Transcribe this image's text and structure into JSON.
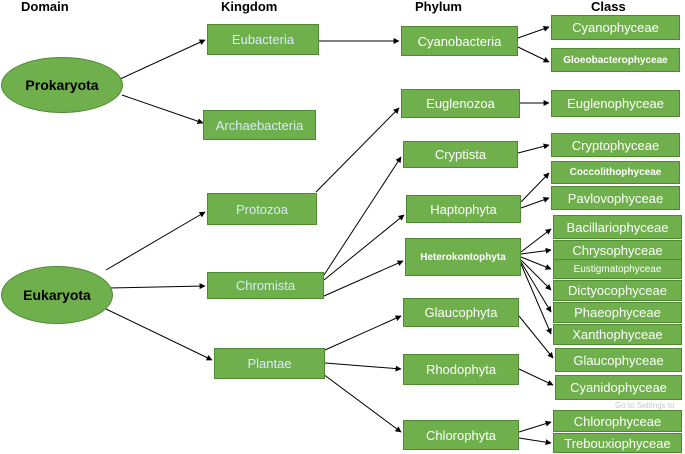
{
  "headers": {
    "domain": "Domain",
    "kingdom": "Kingdom",
    "phylum": "Phylum",
    "class": "Class"
  },
  "domains": {
    "prokaryota": "Prokaryota",
    "eukaryota": "Eukaryota"
  },
  "kingdoms": {
    "eubacteria": "Eubacteria",
    "archaebacteria": "Archaebacteria",
    "protozoa": "Protozoa",
    "chromista": "Chromista",
    "plantae": "Plantae"
  },
  "phyla": {
    "cyanobacteria": "Cyanobacteria",
    "euglenozoa": "Euglenozoa",
    "cryptista": "Cryptista",
    "haptophyta": "Haptophyta",
    "heterokontophyta": "Heterokontophyta",
    "glaucophyta": "Glaucophyta",
    "rhodophyta": "Rhodophyta",
    "chlorophyta": "Chlorophyta"
  },
  "classes": {
    "cyanophyceae": "Cyanophyceae",
    "gloeobacterophyceae": "Gloeobacterophyceae",
    "euglenophyceae": "Euglenophyceae",
    "cryptophyceae": "Cryptophyceae",
    "coccolithophyceae": "Coccolithophyceae",
    "pavlovophyceae": "Pavlovophyceae",
    "bacillariophyceae": "Bacillariophyceae",
    "chrysophyceae": "Chrysophyceae",
    "eustigmatophyceae": "Eustigmatophyceae",
    "dictyocophyceae": "Dictyocophyceae",
    "phaeophyceae": "Phaeophyceae",
    "xanthophyceae": "Xanthophyceae",
    "glaucophyceae": "Glaucophyceae",
    "cyanidophyceae": "Cyanidophyceae",
    "chlorophyceae": "Chlorophyceae",
    "trebouxiophyceae": "Trebouxiophyceae"
  },
  "watermark": {
    "line2": "Go to Settings to"
  },
  "colors": {
    "box_fill": "#6fb04c",
    "box_border": "#4f8a33",
    "kingdom_text": "#dbe9ff",
    "arrow": "#000000"
  }
}
